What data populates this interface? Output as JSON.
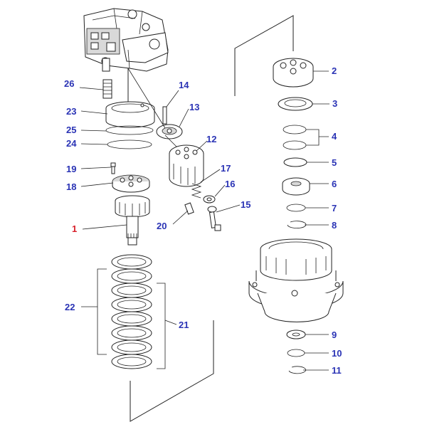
{
  "diagram": {
    "callouts": [
      {
        "id": "c1",
        "label": "1",
        "highlighted": true
      },
      {
        "id": "c2",
        "label": "2"
      },
      {
        "id": "c3",
        "label": "3"
      },
      {
        "id": "c4",
        "label": "4"
      },
      {
        "id": "c5",
        "label": "5"
      },
      {
        "id": "c6",
        "label": "6"
      },
      {
        "id": "c7",
        "label": "7"
      },
      {
        "id": "c8",
        "label": "8"
      },
      {
        "id": "c9",
        "label": "9"
      },
      {
        "id": "c10",
        "label": "10"
      },
      {
        "id": "c11",
        "label": "11"
      },
      {
        "id": "c12",
        "label": "12"
      },
      {
        "id": "c13",
        "label": "13"
      },
      {
        "id": "c14",
        "label": "14"
      },
      {
        "id": "c15",
        "label": "15"
      },
      {
        "id": "c16",
        "label": "16"
      },
      {
        "id": "c17",
        "label": "17"
      },
      {
        "id": "c18",
        "label": "18"
      },
      {
        "id": "c19",
        "label": "19"
      },
      {
        "id": "c20",
        "label": "20"
      },
      {
        "id": "c21",
        "label": "21"
      },
      {
        "id": "c22",
        "label": "22"
      },
      {
        "id": "c23",
        "label": "23"
      },
      {
        "id": "c24",
        "label": "24"
      },
      {
        "id": "c25",
        "label": "25"
      },
      {
        "id": "c26",
        "label": "26"
      }
    ],
    "colors": {
      "callout": "#2a33b5",
      "highlight": "#d8202a",
      "line": "#222222"
    }
  }
}
